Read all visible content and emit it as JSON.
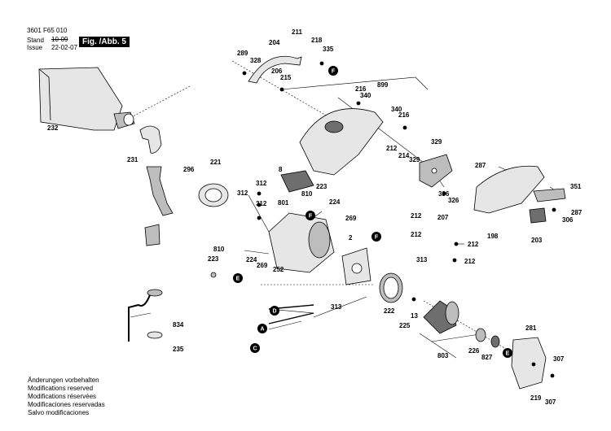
{
  "header": {
    "doc_number": "3601 F65 010",
    "stand_label": "Stand",
    "stand_value_struck": "10-09",
    "issue_label": "Issue",
    "issue_value": "22-02-07",
    "figure_label": "Fig. /Abb. 5"
  },
  "notes": [
    "Änderungen vorbehalten",
    "Modifications reserved",
    "Modifications réservées",
    "Modificaciones reservadas",
    "Salvo modificaciones"
  ],
  "part_labels": [
    "211",
    "204",
    "218",
    "335",
    "289",
    "328",
    "206",
    "215",
    "216",
    "340",
    "899",
    "232",
    "340",
    "216",
    "231",
    "329",
    "212",
    "214",
    "329",
    "221",
    "296",
    "8",
    "312",
    "312",
    "312",
    "810",
    "223",
    "224",
    "269",
    "801",
    "336",
    "326",
    "287",
    "351",
    "287",
    "306",
    "203",
    "198",
    "212",
    "207",
    "212",
    "212",
    "212",
    "2",
    "810",
    "223",
    "224",
    "269",
    "252",
    "313",
    "222",
    "13",
    "225",
    "313",
    "834",
    "235",
    "803",
    "226",
    "827",
    "281",
    "307",
    "219",
    "307"
  ],
  "callouts": [
    "F",
    "F",
    "F",
    "E",
    "D",
    "A",
    "C",
    "E"
  ],
  "colors": {
    "ink": "#000000",
    "paper": "#ffffff",
    "part_fill": "#e6e6e6",
    "part_shade": "#bdbdbd",
    "part_dark": "#6e6e6e"
  }
}
